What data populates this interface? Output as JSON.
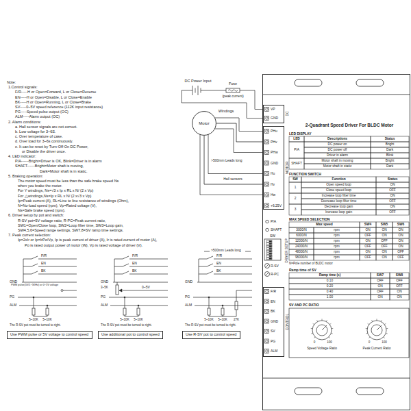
{
  "diagram": {
    "nodes": [
      {
        "text": [
          "Motor"
        ]
      },
      {
        "text": [
          "2-Quadrant Speed Driver For BLDC Motor"
        ]
      },
      {
        "text": [
          "VP",
          "GND"
        ],
        "in": 1
      },
      {
        "text": [
          "PHu",
          "PHv",
          "PHw",
          "GND",
          "Hu",
          "Hv",
          "Hw",
          "+6.25V"
        ],
        "in": 1
      },
      {
        "text": [
          "F/R",
          "EN",
          "BK",
          "GND",
          "SV",
          "PG",
          "ALM"
        ],
        "in": 1
      },
      {
        "text": [
          "Use PWM pulse or 5V voltage to control speed"
        ]
      },
      {
        "text": [
          "Use additional pot to control speed"
        ]
      },
      {
        "text": [
          "Use R-SV pot to control speed"
        ]
      }
    ],
    "edges": [
      {
        "from": 0,
        "to": 3,
        "label": "Windings",
        "arrow": "none"
      },
      {
        "from": 0,
        "to": 3,
        "label": "Hall sensors",
        "arrow": "none"
      }
    ],
    "labels": [
      "Note:",
      "1.Control signals:",
      "F/R-----H or Open=Forward, L or Close=Reverse",
      "EN-----H or Open=Disable, L or Close=Enable",
      "BK-----H or Open=Running, L or Close=Brake",
      "SV-----0~5V speed reference (112K input resistance)",
      "PG-----Speed pulse output (OC)",
      "ALM-----Alarm output (OC)",
      "2. Alarm conditions:",
      "a. Hall sensor signals are not correct.",
      "b. Low voltage for 3~6S.",
      "c. Over temperature of case.",
      "d. Over load for 3~6s continuously.",
      "e. It can be reset by Turn-Off-On DC Power,",
      "or Disable the driver once.",
      "4. LED indicator:",
      "P/A------Bright=Driver is OK, Blink=Driver is in alarm",
      "SHAFT------Bright=Motor shaft is moving,",
      "Dark=Motor shaft is in static.",
      "5. Braking operation:",
      "The motor speed must be less than the safe brake speed Ns",
      "when you brake the motor.",
      "For Y windings, Ns=√3 x Ip x RL x N/ (2 x Vp)",
      "For △windings,Ns=Ip x RL x N/ (2 x√3 x Vp)",
      "Ip=Peak current (A), RL=Line to line resistance of windings (Ohm),",
      "N=No-load speed (rpm), Vp=Rated voltage (V),",
      "Ns=Safe brake speed (rpm).",
      "6. Driver setup by pot and switch:",
      "R-SV pot=5V voltage ratio, R-PC=Peak current ratio,",
      "SW1=Open/Close loop, SW2=Loop filter time, SW3=Loop gain,",
      "SW4,5,6=Speed range settings, SW7,8=SV ramp time settings.",
      "7. Peak current selection:",
      "Ip=2xIr or Ip=IrPo/Vp, Ip is peak current of driver (A), Ir is rated current of motor (A),",
      "Po is rated output power of motor (W), Vp is rated voltage of driver (V).",
      "DC Power Input",
      "Fuse",
      "(peak current)",
      ">500mm Leads long",
      "DC",
      "MOTOR",
      "P/A",
      "SHAFT",
      "SW",
      "DRIVER SETUP",
      "R-SV",
      "R-PC",
      "CONTROL",
      "LED DISPLAY",
      "LED",
      "Descriptions",
      "Status",
      "P/A",
      "DC power on",
      "Bright",
      "DC power off",
      "Dark",
      "Driver in alarm",
      "Blink",
      "SHAFT",
      "Motor shaft in moving",
      "Bright",
      "Motor shaft in static",
      "Dark",
      "FUNCTION SWITCH",
      "SW",
      "Function",
      "Status",
      "1",
      "Open speed loop",
      "ON",
      "Close speed loop",
      "OFF",
      "2",
      "Increase loop filter time",
      "ON",
      "Decrease loop filter time",
      "OFF",
      "3",
      "Decrease loop gain",
      "ON",
      "Increase loop gain",
      "OFF",
      "MAX SPEED SELECTION",
      "Max speed",
      "SW4",
      "SW5",
      "SW6",
      "3000/N",
      "rpm",
      "ON",
      "ON",
      "ON",
      "6000/N",
      "rpm",
      "OFF",
      "ON",
      "ON",
      "12000/N",
      "rpm",
      "ON",
      "OFF",
      "ON",
      "24000/N",
      "rpm",
      "OFF",
      "OFF",
      "ON",
      "48000/N",
      "rpm",
      "ON",
      "ON",
      "OFF",
      "96000/N",
      "rpm",
      "OFF",
      "ON",
      "OFF",
      "N=Pole number of BLDC motor",
      "Ramp time of SV",
      "Ramp time (s)",
      "SW7",
      "SW8",
      "0.10",
      "OFF",
      "OFF",
      "0.20",
      "ON",
      "OFF",
      "0.40",
      "OFF",
      "ON",
      "1.00",
      "ON",
      "ON",
      "SV AND PC RATIO",
      "0",
      "100",
      "Speed Voltage Ratio",
      "0",
      "100",
      "Peak Current Ratio",
      "F/R",
      "EN",
      "BK",
      "GND",
      "PWM pulse(5V/1~5KHz) or 0~5V voltage",
      "PG",
      "ALM",
      "5~10K",
      "5~10K",
      "The R-SV pot must be turned to right.",
      "F/R",
      "EN",
      "BK",
      "GND",
      "3~5K",
      "0~5V",
      "PG",
      "ALM",
      "5~10K",
      "5~10K",
      "The R-SV pot must be turned to right.",
      ">500mm Leads long",
      "F/R",
      "EN",
      "BK",
      "GND",
      "PG",
      "ALM",
      "5~10K",
      "5~10K",
      "27K",
      "The R-SV pot must be turned to right."
    ]
  }
}
